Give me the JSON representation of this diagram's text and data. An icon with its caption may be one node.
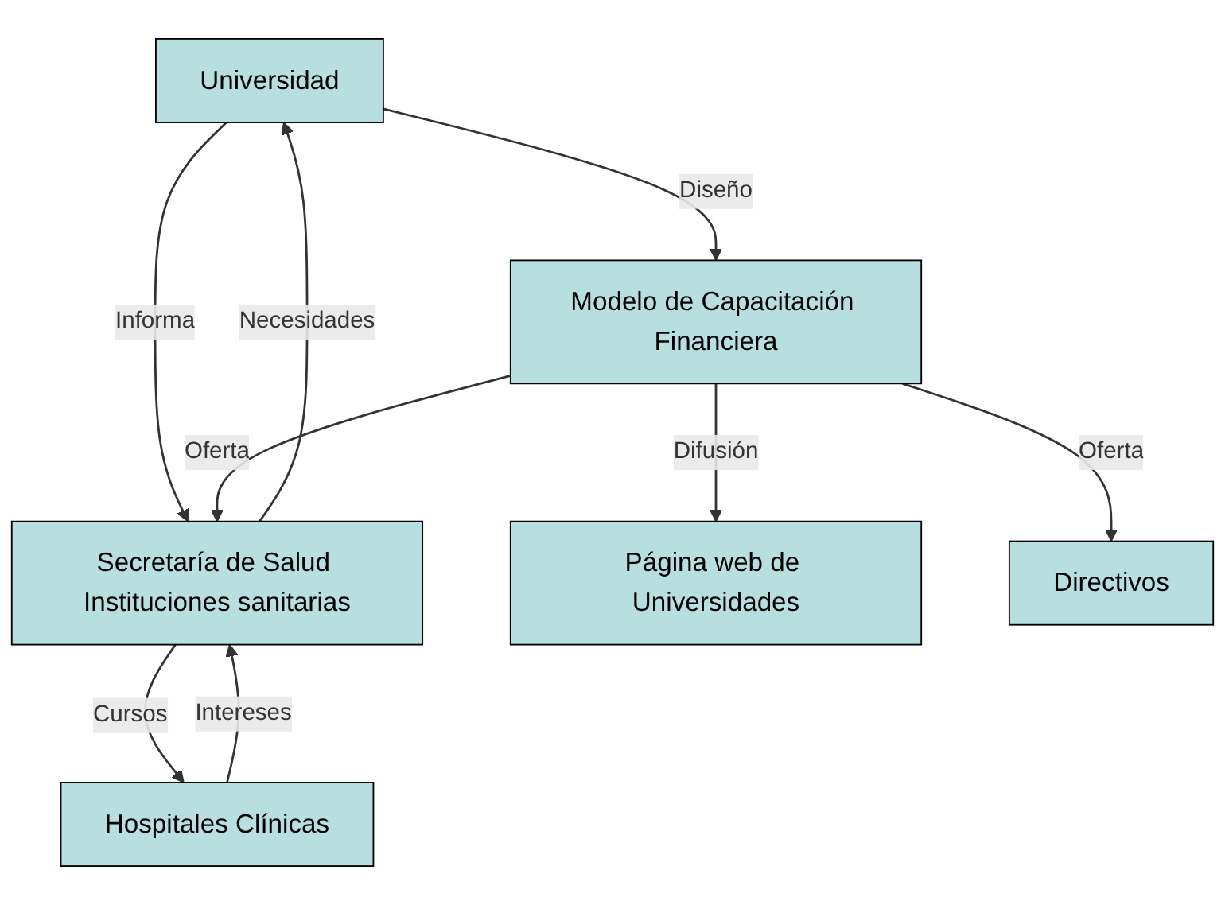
{
  "diagram": {
    "nodes": [
      {
        "text": [
          "Universidad"
        ]
      },
      {
        "text": [
          "Secretaría de Salud Instituciones sanitarias"
        ]
      },
      {
        "text": [
          "Modelo de Capacitación Financiera"
        ]
      },
      {
        "text": [
          "Hospitales Clínicas"
        ]
      },
      {
        "text": [
          "Página web de Universidades"
        ]
      },
      {
        "text": [
          "Directivos"
        ]
      }
    ],
    "edges": [
      {
        "from": 0,
        "to": 1,
        "arrow": "to",
        "label": "Informa"
      },
      {
        "from": 1,
        "to": 0,
        "arrow": "to",
        "label": "Necesidades"
      },
      {
        "from": 0,
        "to": 2,
        "arrow": "to",
        "label": "Diseño"
      },
      {
        "from": 2,
        "to": 1,
        "arrow": "to",
        "label": "Oferta"
      },
      {
        "from": 1,
        "to": 3,
        "arrow": "to",
        "label": "Cursos"
      },
      {
        "from": 3,
        "to": 1,
        "arrow": "to",
        "label": "Intereses"
      },
      {
        "from": 2,
        "to": 4,
        "arrow": "to",
        "label": "Difusión"
      },
      {
        "from": 2,
        "to": 5,
        "arrow": "to",
        "label": "Oferta"
      }
    ]
  }
}
